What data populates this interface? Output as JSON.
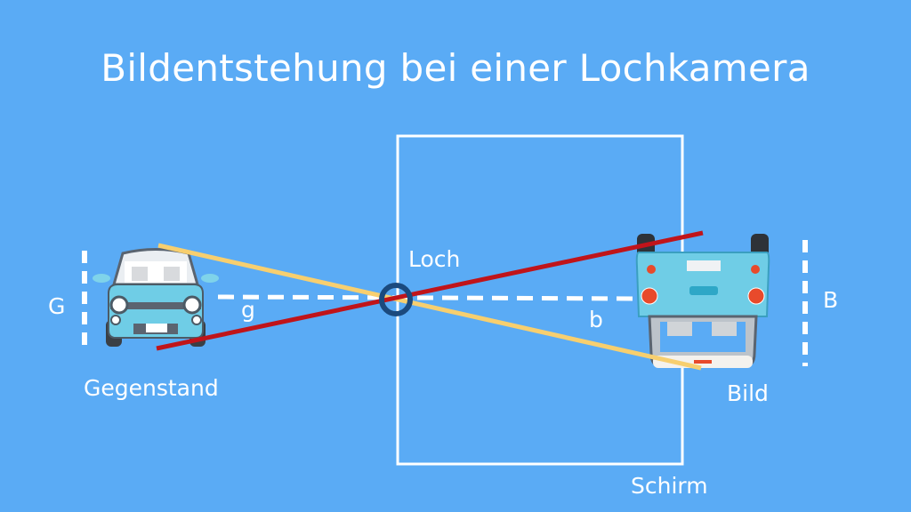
{
  "title": "Bildentstehung bei einer Lochkamera",
  "labels": {
    "object_height": "G",
    "object_distance": "g",
    "object": "Gegenstand",
    "hole": "Loch",
    "image_distance": "b",
    "image": "Bild",
    "image_height": "B",
    "screen": "Schirm"
  },
  "colors": {
    "background": "#5aabf5",
    "ray_top": "#f7cf6f",
    "ray_bottom": "#c0141a",
    "hole_ring": "#1b4a7e",
    "car_body": "#6fcde6"
  }
}
